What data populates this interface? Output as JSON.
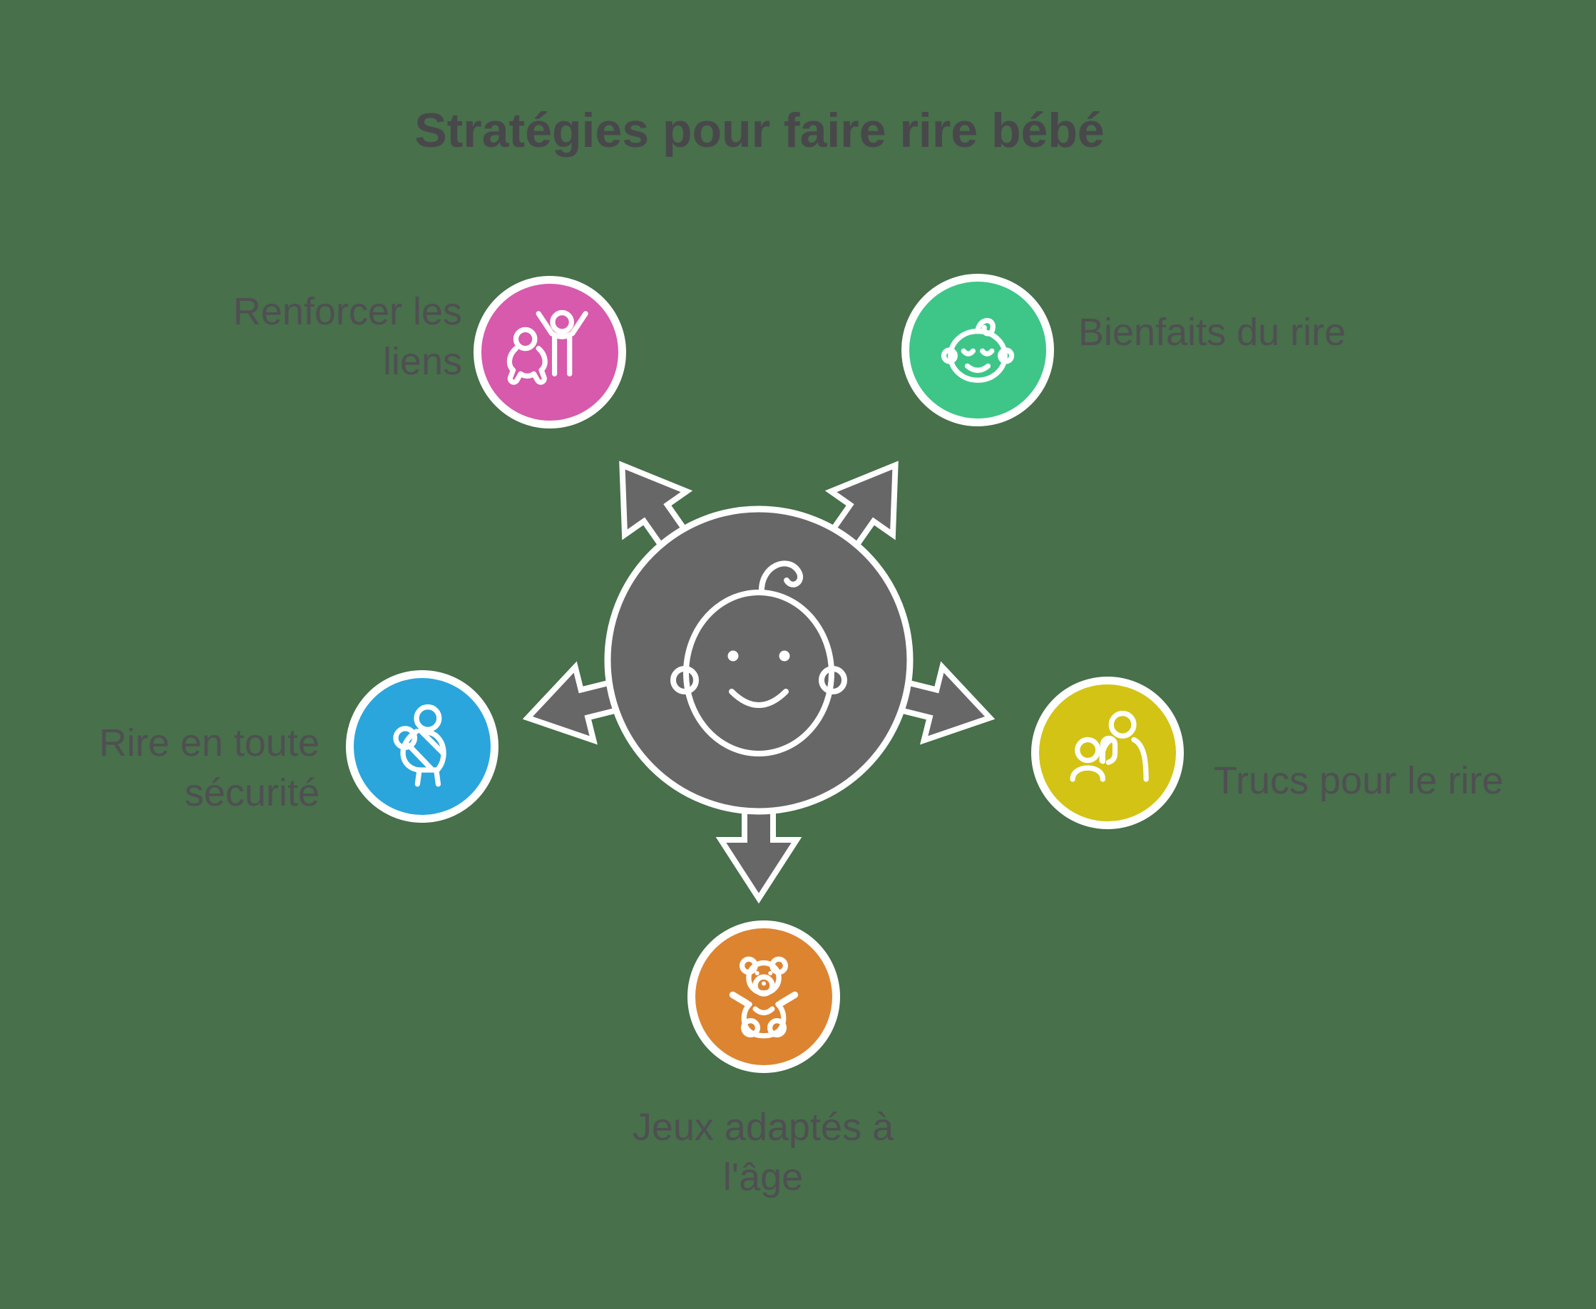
{
  "title": "Stratégies pour faire rire bébé",
  "title_color": "#48484b",
  "text_color": "#4f4f52",
  "background_color": "#47704b",
  "center": {
    "icon": "baby-face-icon",
    "color": "#676767",
    "arrow_color": "#676767",
    "arrow_directions": [
      "up-left",
      "up-right",
      "left",
      "right",
      "down"
    ]
  },
  "nodes": {
    "top_left": {
      "label": "Renforcer les liens",
      "color": "#d75aac",
      "icon": "family-play-icon"
    },
    "top_right": {
      "label": "Bienfaits du rire",
      "color": "#3dc688",
      "icon": "happy-baby-icon"
    },
    "left": {
      "label": "Rire en toute sécurité",
      "color": "#2aa6dc",
      "icon": "babywearing-icon"
    },
    "right": {
      "label": "Trucs pour le rire",
      "color": "#d3c315",
      "icon": "parent-child-play-icon"
    },
    "bottom": {
      "label": "Jeux adaptés à l'âge",
      "color": "#dd8431",
      "icon": "teddy-bear-icon"
    }
  }
}
